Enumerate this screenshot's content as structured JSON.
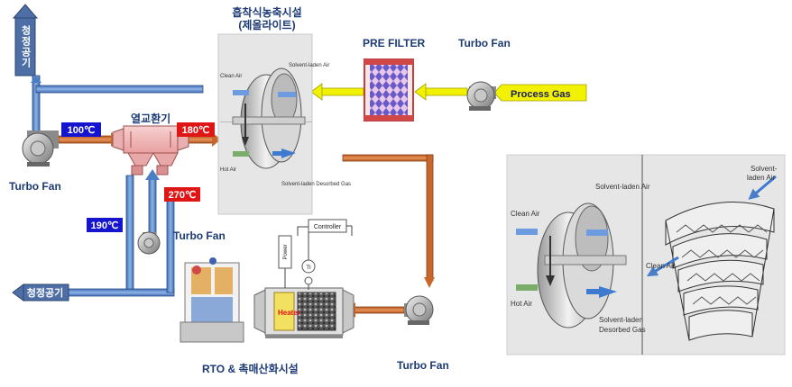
{
  "labels": {
    "top_clean_air": "청정공기",
    "bottom_clean_air": "청정공기",
    "turbo_fan_left": "Turbo Fan",
    "turbo_fan_mid": "Turbo Fan",
    "turbo_fan_top_right": "Turbo Fan",
    "turbo_fan_bottom": "Turbo Fan",
    "heat_exchanger": "열교환기",
    "concentrator_title_1": "흡착식농축시설",
    "concentrator_title_2": "(제올라이트)",
    "pre_filter": "PRE FILTER",
    "process_gas": "Process Gas",
    "rto_caption": "RTO & 촉매산화시설",
    "controller": "Controller",
    "power": "Power",
    "ti": "TI",
    "heater": "Heater"
  },
  "temperatures": {
    "t100": "100℃",
    "t180": "180℃",
    "t270": "270℃",
    "t190": "190℃"
  },
  "wheel_small": {
    "clean_air": "Clean Air",
    "solvent_laden": "Solvent-laden Air",
    "hot_air": "Hot Air",
    "desorbed": "Solvent-laden Desorbed Gas"
  },
  "wheel_large": {
    "clean_air": "Clean Air",
    "solvent_laden": "Solvent-laden Air",
    "hot_air": "Hot Air",
    "desorbed_1": "Solvent-laden",
    "desorbed_2": "Desorbed Gas",
    "clean_air_right": "Clean Air",
    "solvent_right_1": "Solvent-",
    "solvent_right_2": "laden Air"
  },
  "colors": {
    "blue_pipe": "#4a7fc8",
    "orange_pipe": "#c8672c",
    "yellow_pipe": "#f2f200",
    "temp_blue": "#1515d0",
    "temp_red": "#e01515",
    "label_bg": "#4e6fa6"
  }
}
